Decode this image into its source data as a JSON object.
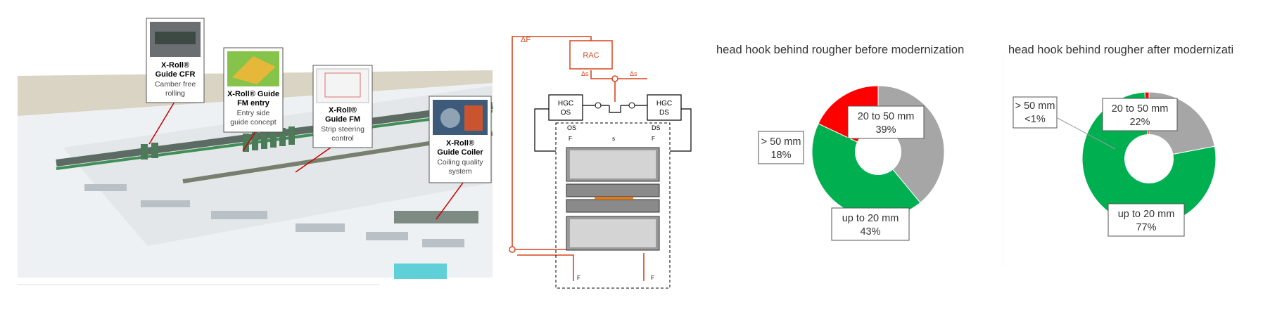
{
  "plant": {
    "callouts": [
      {
        "title": "X-Roll®",
        "title2": "Guide CFR",
        "desc": [
          "Camber free",
          "rolling"
        ]
      },
      {
        "title": "X-Roll® Guide",
        "title2": "FM entry",
        "desc": [
          "Entry side",
          "guide concept"
        ]
      },
      {
        "title": "X-Roll®",
        "title2": "Guide FM",
        "desc": [
          "Strip steering",
          "control"
        ]
      },
      {
        "title": "X-Roll®",
        "title2": "Guide Coiler",
        "desc": [
          "Coiling quality",
          "system"
        ]
      }
    ]
  },
  "control": {
    "rac": "RAC",
    "hgc_left": [
      "HGC",
      "OS"
    ],
    "hgc_right": [
      "HGC",
      "DS"
    ],
    "os": "OS",
    "ds": "DS",
    "delta_f": "ΔF",
    "s_rac": "Δs",
    "s_ref": "Δs",
    "f_cos": "F",
    "f_cds": "F",
    "s_ref2": "s",
    "f_los": "F",
    "f_lds": "F"
  },
  "chart_data": [
    {
      "type": "pie",
      "title": "head hook behind rougher before modernization",
      "slices": [
        {
          "label": "20 to 50 mm",
          "value": 39,
          "display": "39%",
          "color": "#a6a6a6"
        },
        {
          "label": "up to 20 mm",
          "value": 43,
          "display": "43%",
          "color": "#00b050"
        },
        {
          "label": "> 50 mm",
          "value": 18,
          "display": "18%",
          "color": "#ff0000"
        }
      ]
    },
    {
      "type": "pie",
      "title": "head hook behind rougher after modernizati",
      "slices": [
        {
          "label": "20 to 50 mm",
          "value": 22,
          "display": "22%",
          "color": "#a6a6a6"
        },
        {
          "label": "up to 20 mm",
          "value": 77,
          "display": "77%",
          "color": "#00b050"
        },
        {
          "label": "> 50 mm",
          "value": 1,
          "display": "<1%",
          "color": "#ff0000"
        }
      ]
    }
  ]
}
